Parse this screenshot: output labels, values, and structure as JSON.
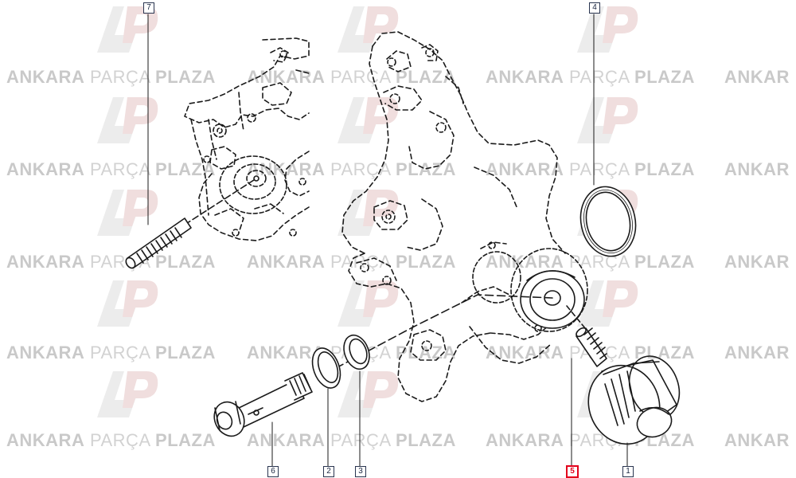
{
  "watermark": {
    "word1": "ANKARA",
    "word2": "PARÇA",
    "word3": "PLAZA",
    "truncated": "ANKAR",
    "colors": {
      "logo": "#e8e8e8",
      "text": "#c9c9c9"
    }
  },
  "callouts": [
    {
      "id": "callout-7",
      "label": "7",
      "highlighted": false
    },
    {
      "id": "callout-4",
      "label": "4",
      "highlighted": false
    },
    {
      "id": "callout-6",
      "label": "6",
      "highlighted": false
    },
    {
      "id": "callout-2",
      "label": "2",
      "highlighted": false
    },
    {
      "id": "callout-3",
      "label": "3",
      "highlighted": false
    },
    {
      "id": "callout-5",
      "label": "5",
      "highlighted": true
    },
    {
      "id": "callout-1",
      "label": "1",
      "highlighted": false
    }
  ],
  "colors": {
    "line": "#1a1a1a",
    "highlight": "#e3001b",
    "callout_border": "#2a3550"
  }
}
